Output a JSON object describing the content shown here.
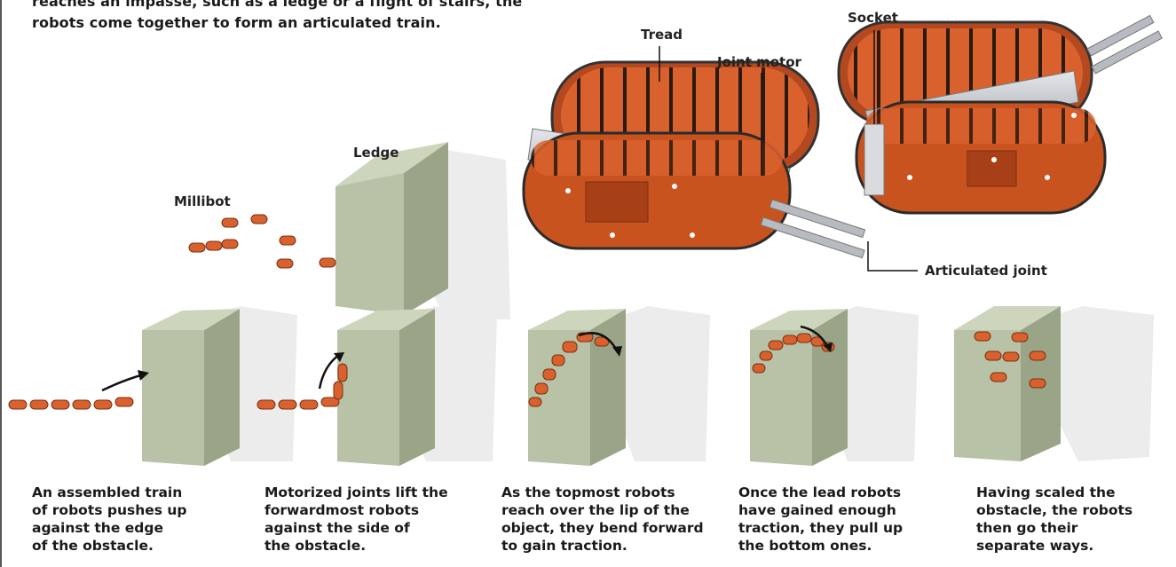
{
  "intro": {
    "line1": "reaches an impasse, such as a ledge or a flight of stairs, the",
    "line2": "robots come together to form an articulated train."
  },
  "labels": {
    "tread": "Tread",
    "socket": "Socket",
    "joint_motor": "Joint motor",
    "articulated_joint": "Articulated joint",
    "ledge": "Ledge",
    "millibot": "Millibot"
  },
  "captions": [
    {
      "lines": [
        "An assembled train",
        "of robots pushes up",
        "against the edge",
        "of the obstacle."
      ]
    },
    {
      "lines": [
        "Motorized joints lift the",
        "forwardmost robots",
        "against the side of",
        "the obstacle."
      ]
    },
    {
      "lines": [
        "As the topmost robots",
        "reach over the lip of the",
        "object, they bend forward",
        "to gain traction."
      ]
    },
    {
      "lines": [
        "Once the lead robots",
        "have gained enough",
        "traction, they pull up",
        "the bottom ones."
      ]
    },
    {
      "lines": [
        "Having scaled the",
        "obstacle, the robots",
        "then go their",
        "separate ways."
      ]
    }
  ],
  "colors": {
    "cube_front": "#b8c2a6",
    "cube_side": "#9aa588",
    "cube_top": "#cdd5bd",
    "shadow": "#ececec",
    "robot": "#d9612e",
    "robot_dark": "#7a2f12",
    "metal": "#c9ccd0"
  }
}
